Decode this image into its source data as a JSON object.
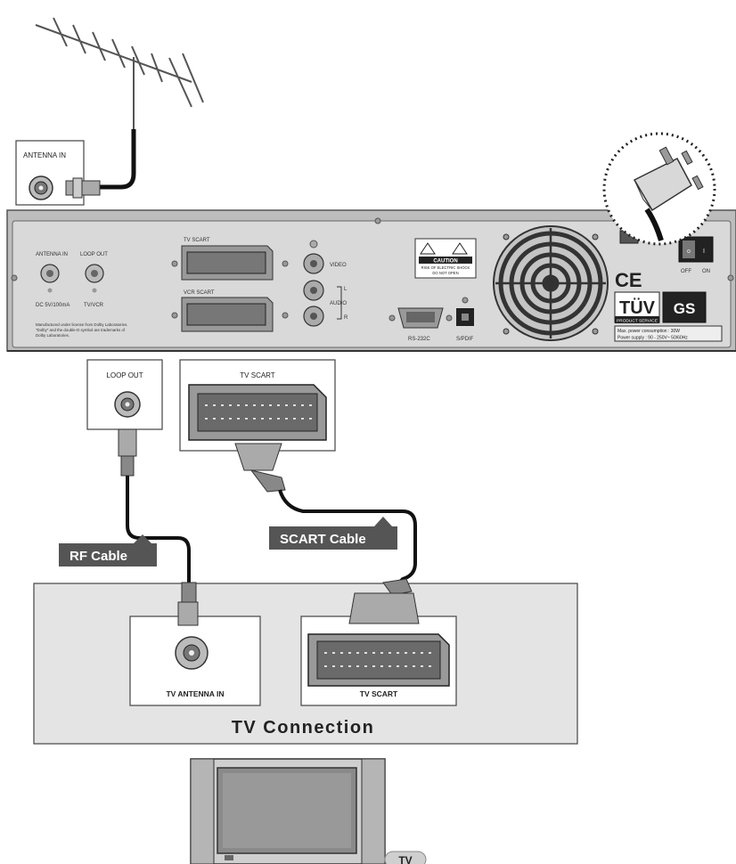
{
  "antenna_box": {
    "label": "ANTENNA IN"
  },
  "rear_panel": {
    "antenna_in": "ANTENNA IN",
    "loop_out": "LOOP OUT",
    "dc_power": "DC 5V/100mA",
    "tv_vcr": "TV/VCR",
    "tv_scart": "TV SCART",
    "vcr_scart": "VCR SCART",
    "video": "VIDEO",
    "audio": "AUDIO",
    "audio_l": "L",
    "audio_r": "R",
    "rs232c": "RS-232C",
    "spdif": "S/PDIF",
    "dolby_note_1": "Manufactured under license from Dolby Laboratories.",
    "dolby_note_2": "\"Dolby\" and the double-D symbol are trademarks of",
    "dolby_note_3": "Dolby Laboratories.",
    "caution": "CAUTION",
    "caution_sub_1": "RISK OF ELECTRIC SHOCK",
    "caution_sub_2": "DO NOT OPEN",
    "off_label": "OFF",
    "on_label": "ON",
    "ce_mark": "CE",
    "tuv": "TÜV",
    "tuv_sub": "PRODUCT SERVICE",
    "gs": "GS",
    "power_consumption": "Max. power consumption : 30W",
    "power_supply": "Power supply : 90 - 250V~ 50/60Hz"
  },
  "loop_out_box": {
    "label": "LOOP OUT"
  },
  "tv_scart_box": {
    "label": "TV SCART"
  },
  "cables": {
    "rf": "RF Cable",
    "scart": "SCART Cable"
  },
  "tv_connection": {
    "title": "TV Connection",
    "antenna_in": "TV ANTENNA IN",
    "scart": "TV SCART"
  },
  "tv": {
    "label": "TV"
  },
  "colors": {
    "cable_tag": "#555555",
    "panel": "#d9d9d9",
    "connection_bg": "#e4e4e4",
    "device": "#cfcfcf"
  }
}
